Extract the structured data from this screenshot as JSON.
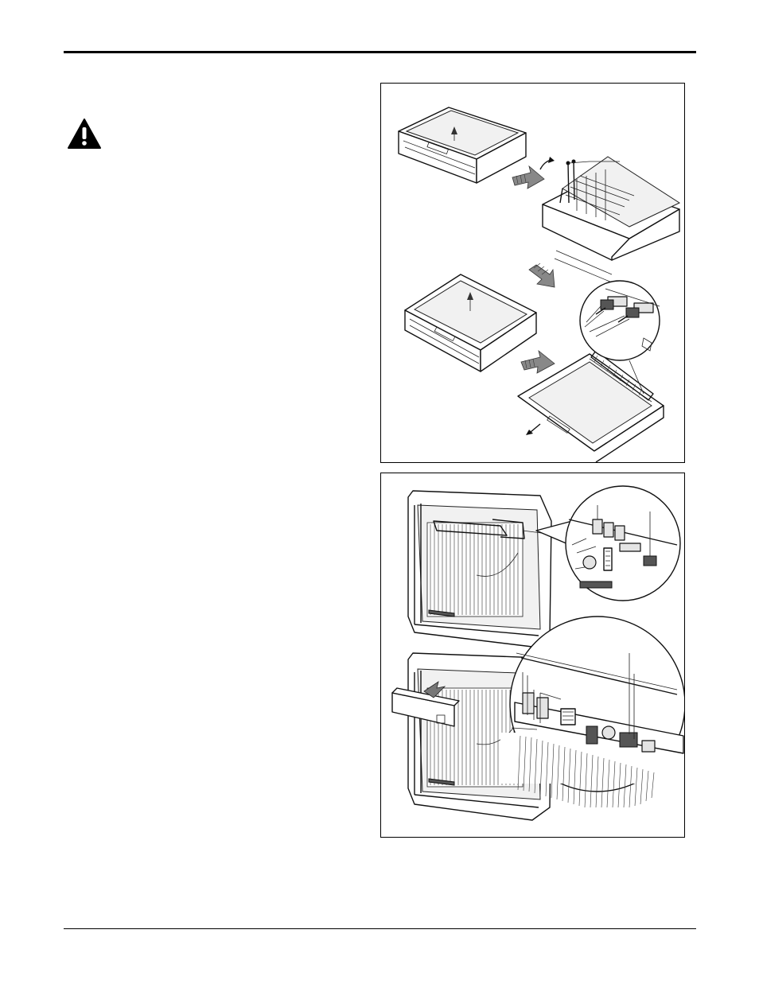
{
  "page": {
    "header_rule_color": "#000000",
    "footer_rule_color": "#000000"
  },
  "warning": {
    "icon": "warning-triangle-icon",
    "color": "#000000"
  },
  "figures": [
    {
      "id": "figure-1",
      "depicts": "scanner-lid-and-harness-removal-steps",
      "step_arrows": 3
    },
    {
      "id": "figure-2",
      "depicts": "scanner-circuit-board-connectors-detail",
      "detail_callouts": 2
    }
  ]
}
